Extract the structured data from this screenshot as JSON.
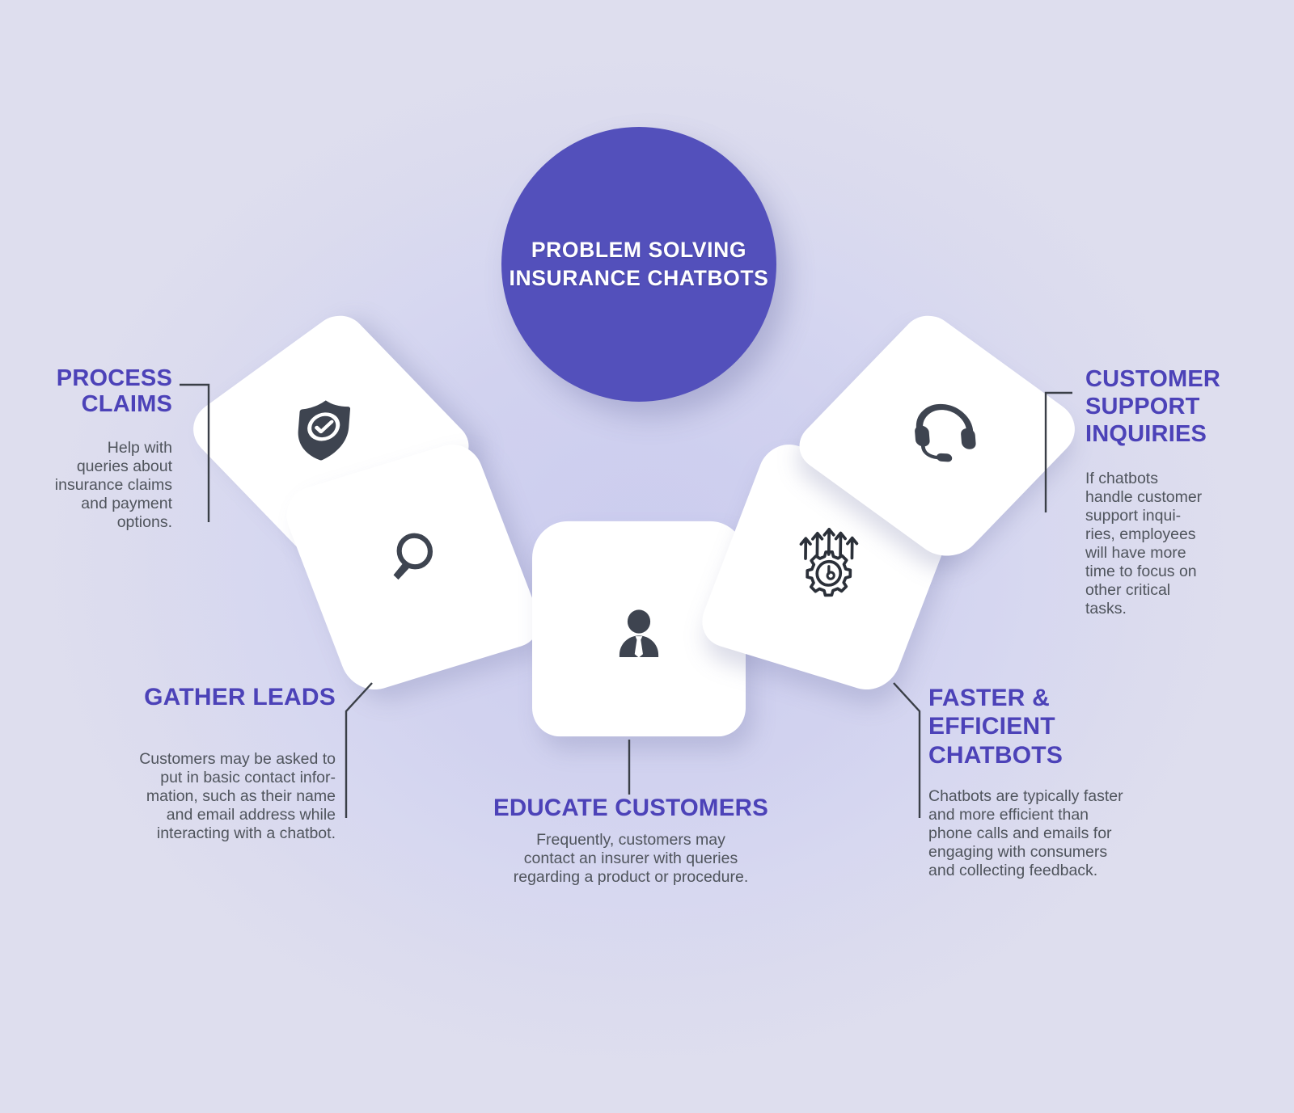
{
  "hub": {
    "title": "PROBLEM SOLVING\nINSURANCE CHATBOTS",
    "color": "#5350bb"
  },
  "theme": {
    "background": "#d8d8ee",
    "heading_color": "#4c42b8",
    "body_color": "#4f545c",
    "card_color": "#ffffff",
    "icon_color": "#3e4450",
    "connector_color": "#3a3f47"
  },
  "sections": [
    {
      "id": "process-claims",
      "title": "PROCESS\nCLAIMS",
      "body": "Help with\nqueries about\ninsurance claims\nand payment\noptions.",
      "icon": "shield-check-icon"
    },
    {
      "id": "gather-leads",
      "title": "GATHER LEADS",
      "body": "Customers may be asked to\nput in basic contact infor-\nmation, such as their name\nand email address while\ninteracting with a chatbot.",
      "icon": "magnifier-icon"
    },
    {
      "id": "educate-customers",
      "title": "EDUCATE CUSTOMERS",
      "body": "Frequently, customers may\ncontact an insurer with queries\nregarding a product or procedure.",
      "icon": "businessperson-icon"
    },
    {
      "id": "faster-efficient-chatbots",
      "title": "FASTER & EFFICIENT\nCHATBOTS",
      "body": "Chatbots are typically faster\nand more efficient than\nphone calls and emails for\nengaging with consumers\nand collecting feedback.",
      "icon": "gear-speed-arrows-icon"
    },
    {
      "id": "customer-support-inquiries",
      "title": "CUSTOMER\nSUPPORT\nINQUIRIES",
      "body": "If chatbots\nhandle customer\nsupport inqui-\nries, employees\nwill have more\ntime to focus on\nother critical\ntasks.",
      "icon": "headset-icon"
    }
  ]
}
